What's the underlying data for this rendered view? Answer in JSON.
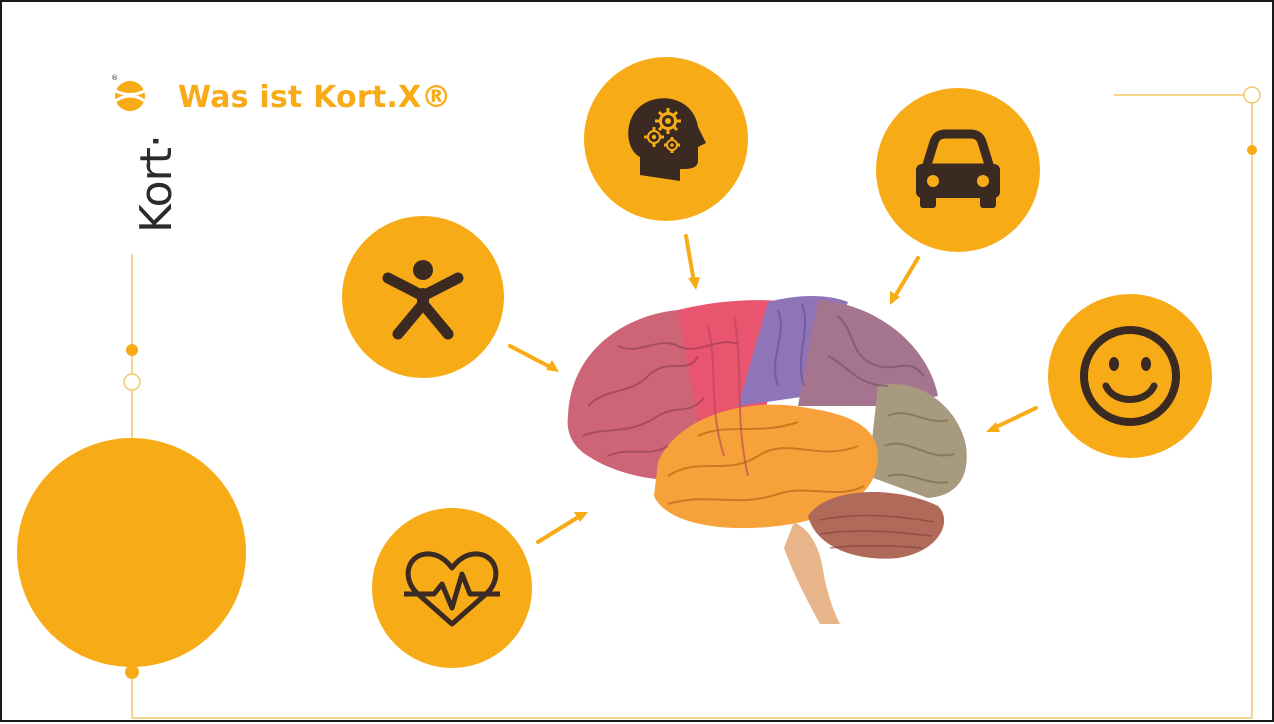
{
  "slide": {
    "title": "Was ist Kort.X®",
    "logo_text": "Kort·",
    "logo_mark": "®"
  },
  "icons": [
    {
      "name": "person-icon"
    },
    {
      "name": "head-gears-icon"
    },
    {
      "name": "car-icon"
    },
    {
      "name": "smiley-icon"
    },
    {
      "name": "heartbeat-icon"
    },
    {
      "name": "brain-illustration"
    }
  ],
  "colors": {
    "accent": "#f7ab17",
    "icon_dark": "#3a2a22",
    "frame_line": "#f2c76a"
  }
}
